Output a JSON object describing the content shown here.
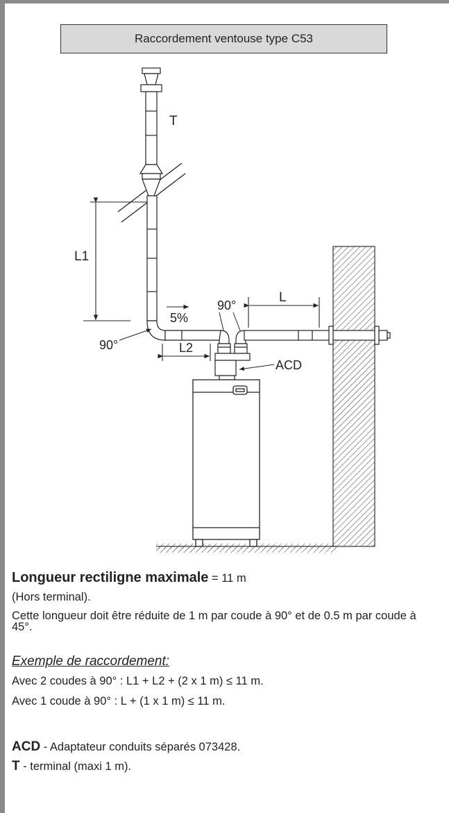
{
  "title": "Raccordement ventouse type C53",
  "diagram": {
    "label_T": "T",
    "label_L1": "L1",
    "label_5pct": "5%",
    "label_90_top": "90°",
    "label_90_left": "90°",
    "label_L": "L",
    "label_L2": "L2",
    "label_ACD": "ACD"
  },
  "notes": {
    "max_length_label": "Longueur rectiligne maximale",
    "max_length_value": " = 11 m",
    "hors_terminal": "(Hors terminal).",
    "reduction": "Cette longueur doit être réduite de 1 m par coude à 90° et de 0.5 m par coude à 45°.",
    "example_title": "Exemple de raccordement:",
    "example_1": "Avec 2 coudes à 90° : L1 + L2 + (2 x 1 m) ≤ 11 m.",
    "example_2": "Avec 1 coude à 90° : L + (1 x 1 m) ≤ 11 m.",
    "acd_key": "ACD",
    "acd_desc": " - Adaptateur conduits séparés 073428.",
    "t_key": "T",
    "t_desc": " - terminal (maxi 1 m)."
  }
}
